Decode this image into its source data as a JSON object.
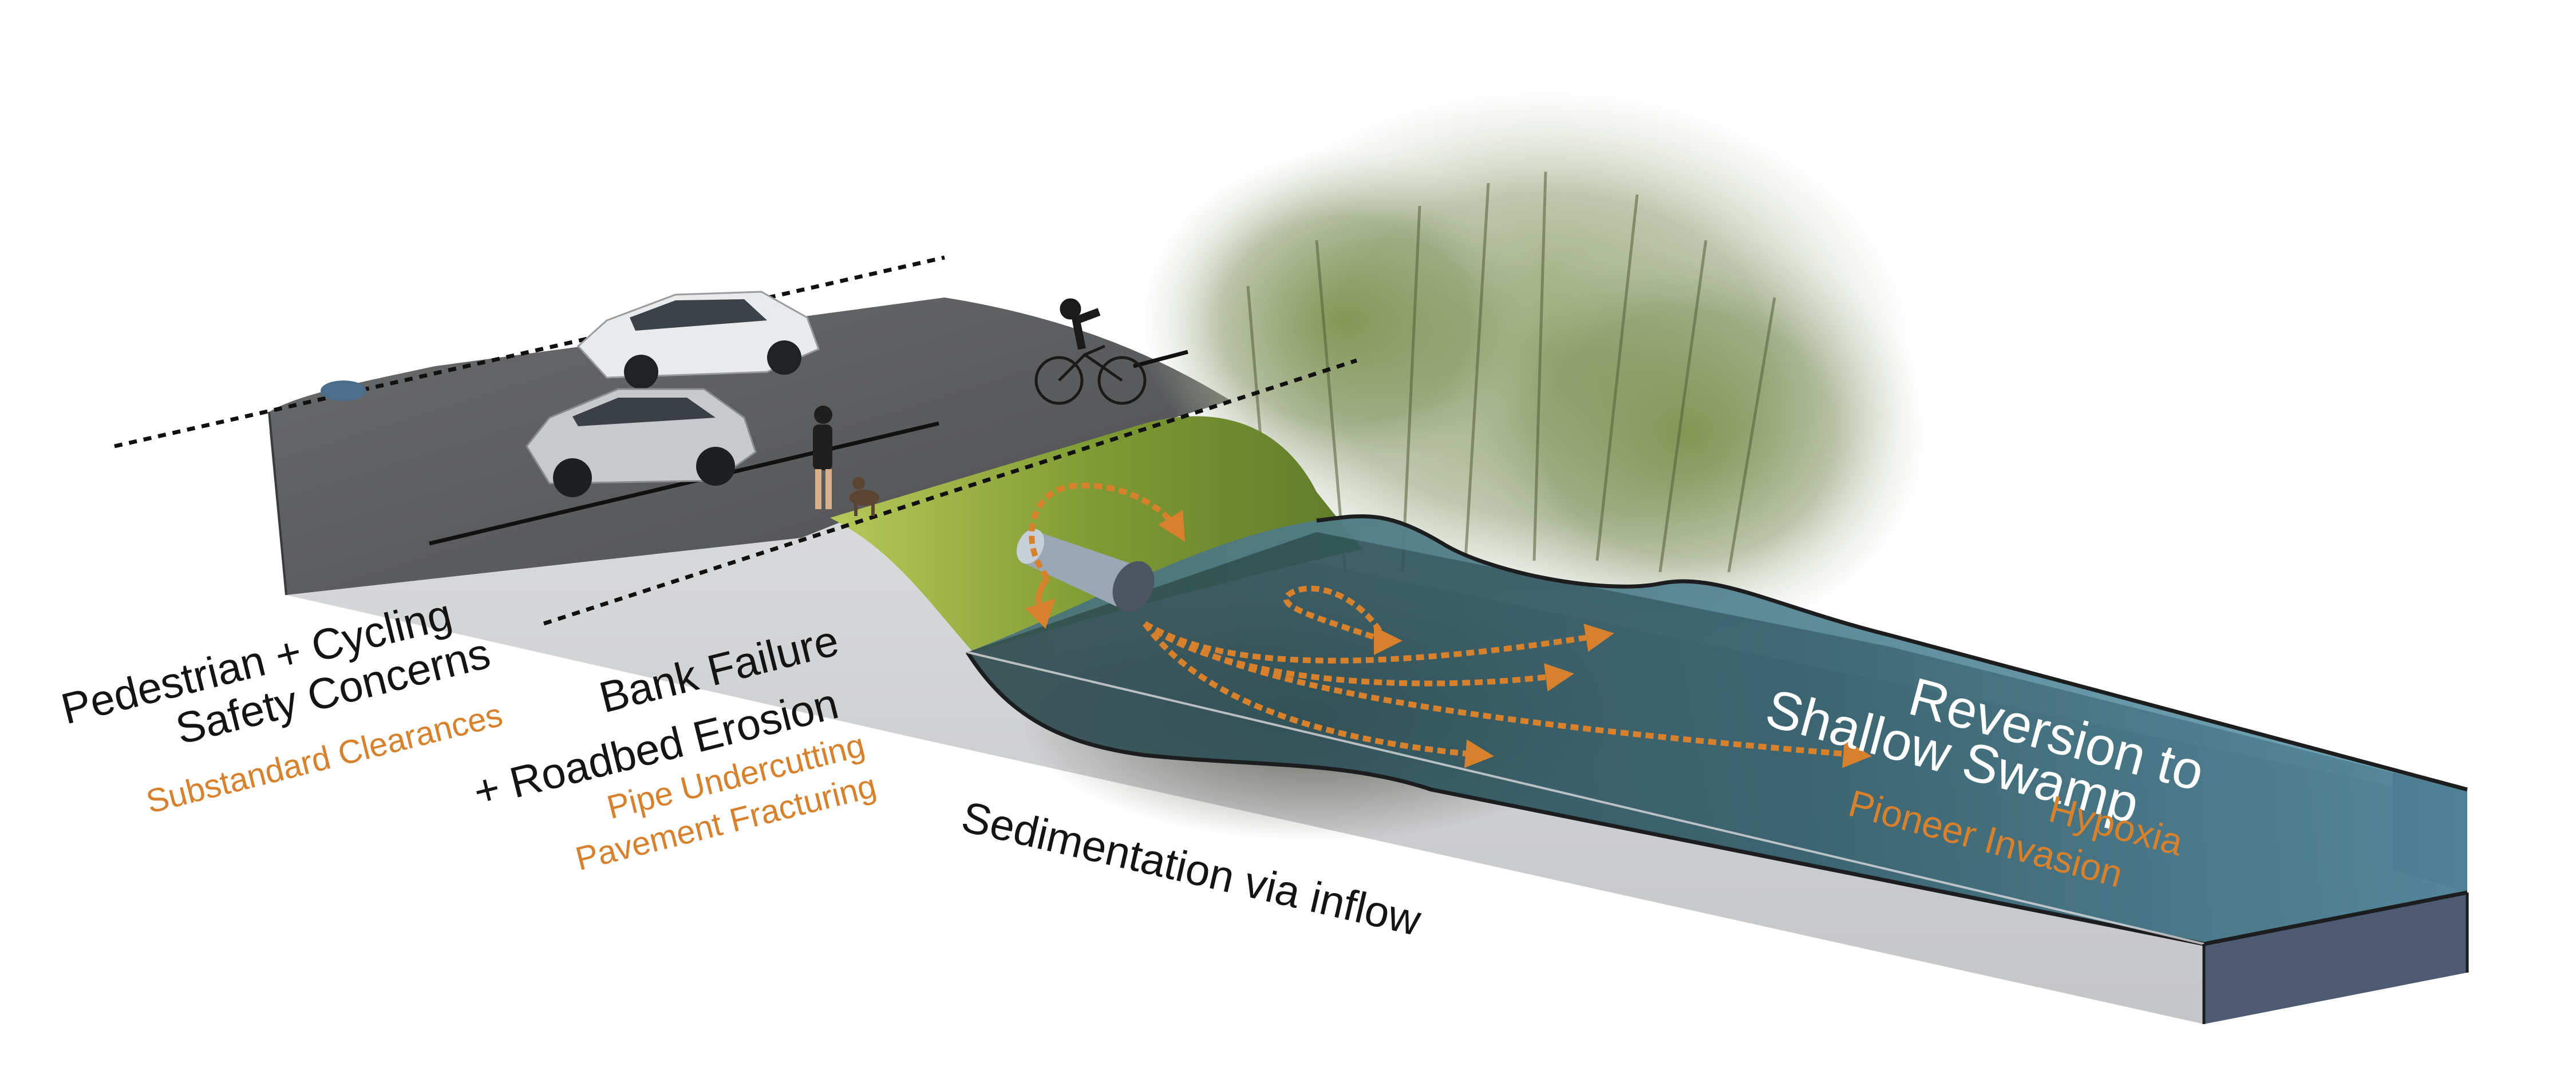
{
  "labels": {
    "ped_line1": "Pedestrian + Cycling",
    "ped_line2": "Safety Concerns",
    "ped_sub": "Substandard Clearances",
    "bank_line1": "Bank Failure",
    "bank_line2": "+ Roadbed Erosion",
    "bank_sub1": "Pipe Undercutting",
    "bank_sub2": "Pavement Fracturing",
    "sediment": "Sedimentation via inflow",
    "swamp_line1": "Reversion to",
    "swamp_line2": "Shallow Swamp",
    "swamp_sub1": "Hypoxia",
    "swamp_sub2": "Pioneer Invasion"
  },
  "colors": {
    "road": "#5b5c5e",
    "slab_side": "#d4d5d7",
    "grass": "#8aa43b",
    "water": "#355f6c",
    "flow_arrow": "#d8812c",
    "label_dark": "#141414",
    "label_accent": "#d8812c"
  }
}
